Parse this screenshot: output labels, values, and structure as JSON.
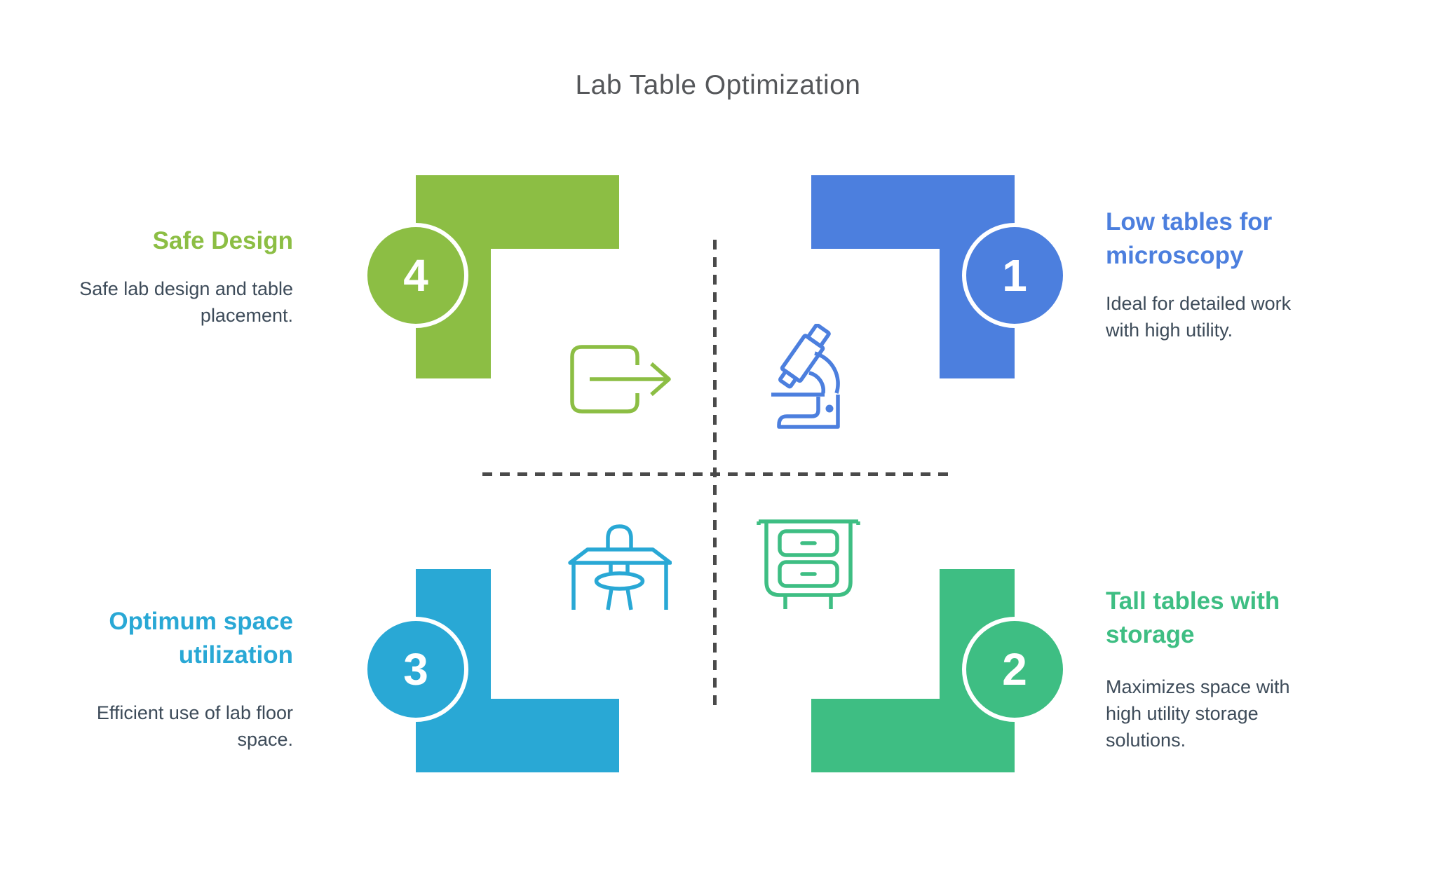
{
  "title": "Lab Table Optimization",
  "background_color": "#FFFFFF",
  "title_color": "#55575A",
  "body_text_color": "#3D4B59",
  "divider_color": "#4A4A4A",
  "quadrants": {
    "top_right": {
      "number": "1",
      "heading_lines": [
        "Low tables for",
        "microscopy"
      ],
      "body_lines": [
        "Ideal for detailed work",
        "with high utility."
      ],
      "accent_color": "#4C7FDE",
      "icon": "microscope-icon"
    },
    "bottom_right": {
      "number": "2",
      "heading_lines": [
        "Tall tables with",
        "storage"
      ],
      "body_lines": [
        "Maximizes space with",
        "high utility storage",
        "solutions."
      ],
      "accent_color": "#3EBE83",
      "icon": "drawer-cabinet-icon"
    },
    "bottom_left": {
      "number": "3",
      "heading_lines": [
        "Optimum space",
        "utilization"
      ],
      "body_lines": [
        "Efficient use of lab floor",
        "space."
      ],
      "accent_color": "#29A8D5",
      "icon": "desk-chair-icon"
    },
    "top_left": {
      "number": "4",
      "heading_lines": [
        "Safe Design"
      ],
      "body_lines": [
        "Safe lab design and table",
        "placement."
      ],
      "accent_color": "#8CBE44",
      "icon": "exit-arrow-icon"
    }
  }
}
